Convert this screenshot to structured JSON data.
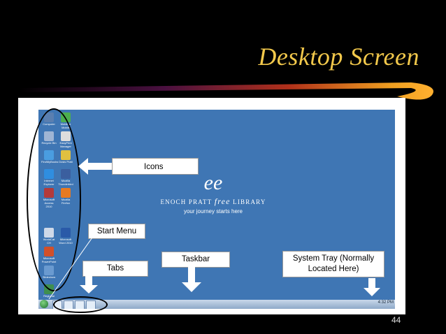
{
  "slide": {
    "title": "Desktop  Screen",
    "number": "44"
  },
  "desktop": {
    "logo": {
      "mark": "ee",
      "name_part1": "ENOCH PRATT",
      "name_free": "free",
      "name_part2": "LIBRARY",
      "tagline": "your journey starts here"
    },
    "icons": [
      {
        "label": "Computer",
        "color": "#5a7fb0"
      },
      {
        "label": "Mobilize Mobile",
        "color": "#4caf50"
      },
      {
        "label": "Recycle Bin",
        "color": "#9fb5d4"
      },
      {
        "label": "EasyPrint Manager",
        "color": "#dddddd"
      },
      {
        "label": "FindMyBooks",
        "color": "#4a9de0"
      },
      {
        "label": "Dosis Pratt",
        "color": "#e0c040"
      },
      {
        "label": "Internet Explorer",
        "color": "#2f8ee0"
      },
      {
        "label": "Mozilla Thunderbird",
        "color": "#3b5f9f"
      },
      {
        "label": "Microsoft Access 2010",
        "color": "#b33a3a"
      },
      {
        "label": "Mozilla Firefox",
        "color": "#e77a22"
      },
      {
        "label": "WorldCat CH",
        "color": "#cfd9e8"
      },
      {
        "label": "Microsoft Word 2010",
        "color": "#2a5aa8"
      },
      {
        "label": "Microsoft PowerPoint",
        "color": "#d2502a"
      },
      {
        "label": "Slideshow",
        "color": "#6a9ad0"
      },
      {
        "label": "Regional",
        "color": "#3f8f4f"
      }
    ],
    "tray_text": "4:32 PM"
  },
  "callouts": {
    "icons": "Icons",
    "start_menu": "Start Menu",
    "tabs": "Tabs",
    "taskbar": "Taskbar",
    "system_tray": "System Tray (Normally Located Here)"
  },
  "colors": {
    "title": "#f2c84b",
    "desktop_bg": "#3f76b4"
  }
}
